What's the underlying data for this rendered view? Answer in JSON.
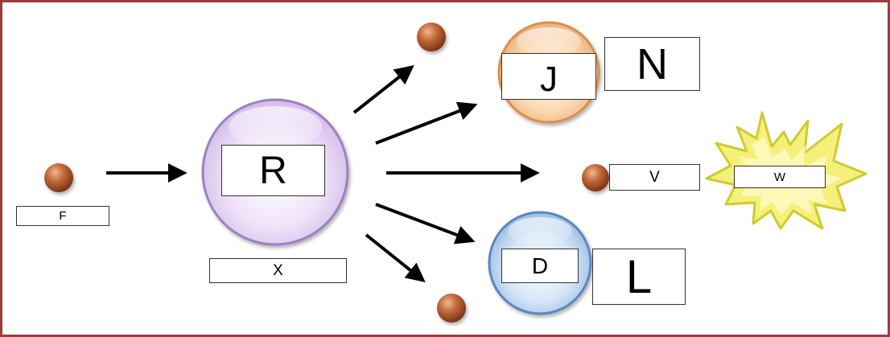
{
  "labels": {
    "f": "F",
    "x": "X",
    "r": "R",
    "j": "J",
    "n": "N",
    "v": "V",
    "w": "W",
    "d": "D",
    "l": "L"
  },
  "colors": {
    "frame": "#9c3c3c",
    "particle": "#a9532a",
    "nucleus_r": "#e6d5f4",
    "nucleus_j": "#f8c79a",
    "nucleus_d": "#bcd6f1",
    "burst": "#f4f07a",
    "arrow": "#000000"
  }
}
